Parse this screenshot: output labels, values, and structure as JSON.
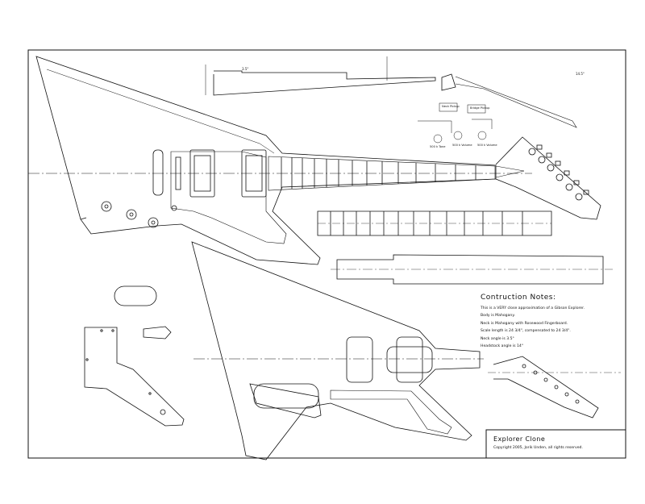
{
  "colors": {
    "line": "#111111",
    "background": "#ffffff"
  },
  "notes": {
    "title": "Contruction Notes:",
    "lines": [
      "This is a VERY close approximation of a Gibson Explorer.",
      "Body is Mahogany.",
      "Neck is Mahogany with Rosewood Fingerboard.",
      "Scale length is 24 3/4\", compensated to 24 3/4\".",
      "Neck angle is 3.5°",
      "Headstock angle is 14°"
    ]
  },
  "title_block": {
    "title": "Explorer Clone",
    "copyright": "Copyright 2005, Jorik Unden, all rights reserved."
  },
  "schematic": {
    "labels": [
      "Neck Pickup",
      "Bridge Pickup",
      "500 k Tone",
      "500 k Volume",
      "500 k Volume"
    ]
  },
  "dims": {
    "headstock_angle": "14.5°",
    "neck_angle": "3.5°"
  }
}
